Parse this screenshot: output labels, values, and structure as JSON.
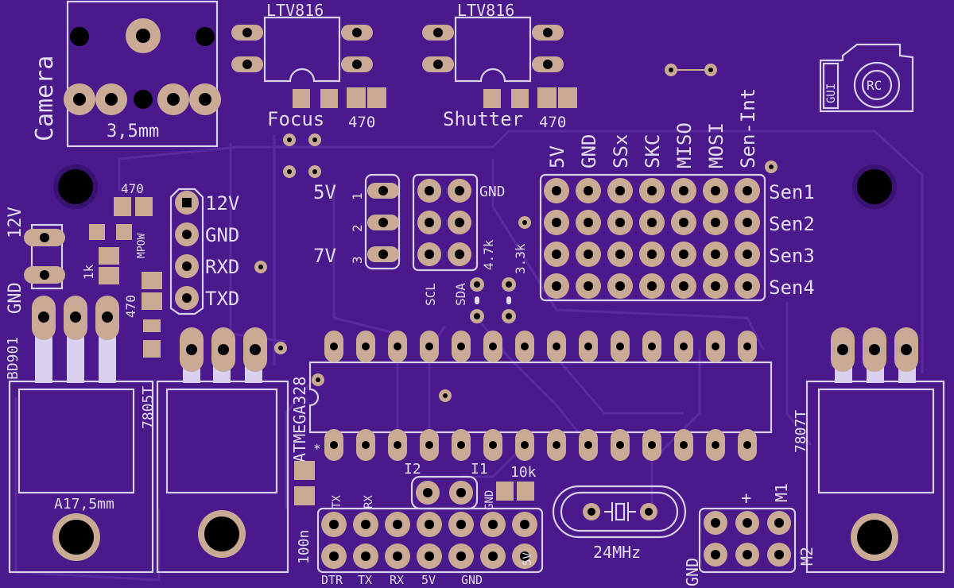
{
  "colors": {
    "board": "#4a1a8c",
    "silkscreen": "#e4dcf4",
    "copper": "#c9ab95",
    "drill": "#000000"
  },
  "labels": {
    "camera": "Camera",
    "jack_size": "3,5mm",
    "opto1": "LTV816",
    "opto2": "LTV816",
    "focus": "Focus",
    "shutter": "Shutter",
    "r_focus": "470",
    "r_shutter": "470",
    "r_pwr": "470",
    "mpow": "MPOW",
    "r_1k": "1k",
    "r_470b": "470",
    "v12_side": "12V",
    "gnd_side": "GND",
    "bd901": "BD901",
    "reg_7805": "7805T",
    "reg_7807": "7807T",
    "heatsink_a": "A17,5mm",
    "mcu": "ATMEGA328",
    "cap": "100n",
    "i2": "I2",
    "i1": "I1",
    "r10k": "10k",
    "xtal": "24MHz",
    "r47k": "4.7k",
    "r33k": "3.3k",
    "scl": "SCL",
    "sda": "SDA",
    "gnd_i2c": "GND",
    "v5": "5V",
    "v7": "7V",
    "n1": "1",
    "n2": "2",
    "n3": "3",
    "pwr_12v": "12V",
    "pwr_gnd": "GND",
    "rxd": "RXD",
    "txd": "TXD",
    "sen_cols": [
      "5V",
      "GND",
      "SSx",
      "SKC",
      "MISO",
      "MOSI",
      "Sen-Int"
    ],
    "sen_rows": [
      "Sen1",
      "Sen2",
      "Sen3",
      "Sen4"
    ],
    "ftdi_top": [
      "TX",
      "RX"
    ],
    "ftdi_gnd": "GND",
    "ftdi_5v": "5V",
    "ftdi_bottom": [
      "DTR",
      "TX",
      "RX",
      "5V",
      "GND"
    ],
    "motor_plus": "+",
    "m1": "M1",
    "m2": "M2",
    "motor_gnd": "GND",
    "logo_gui": "GUI",
    "logo_rc": "RC"
  }
}
